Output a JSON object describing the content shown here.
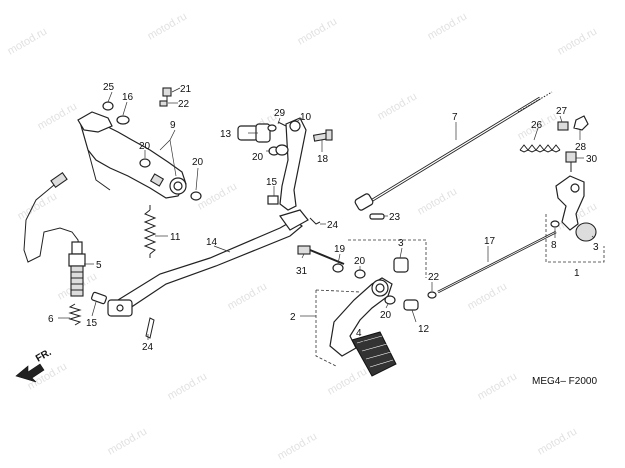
{
  "watermark_text": "motod.ru",
  "diagram_code": "MEG4– F2000",
  "direction_label": "FR.",
  "callouts": {
    "c1": "1",
    "c2": "2",
    "c3a": "3",
    "c3b": "3",
    "c4": "4",
    "c5": "5",
    "c6": "6",
    "c7": "7",
    "c8": "8",
    "c9": "9",
    "c10": "10",
    "c11": "11",
    "c12": "12",
    "c13": "13",
    "c14": "14",
    "c15a": "15",
    "c15b": "15",
    "c16": "16",
    "c17": "17",
    "c18": "18",
    "c19": "19",
    "c20a": "20",
    "c20b": "20",
    "c20c": "20",
    "c20d": "20",
    "c20e": "20",
    "c21": "21",
    "c22a": "22",
    "c22b": "22",
    "c23": "23",
    "c24a": "24",
    "c24b": "24",
    "c25": "25",
    "c26": "26",
    "c27": "27",
    "c28": "28",
    "c29": "29",
    "c30": "30",
    "c31": "31"
  },
  "colors": {
    "ink": "#222222",
    "watermark": "#c9c9c9",
    "background": "#ffffff"
  }
}
